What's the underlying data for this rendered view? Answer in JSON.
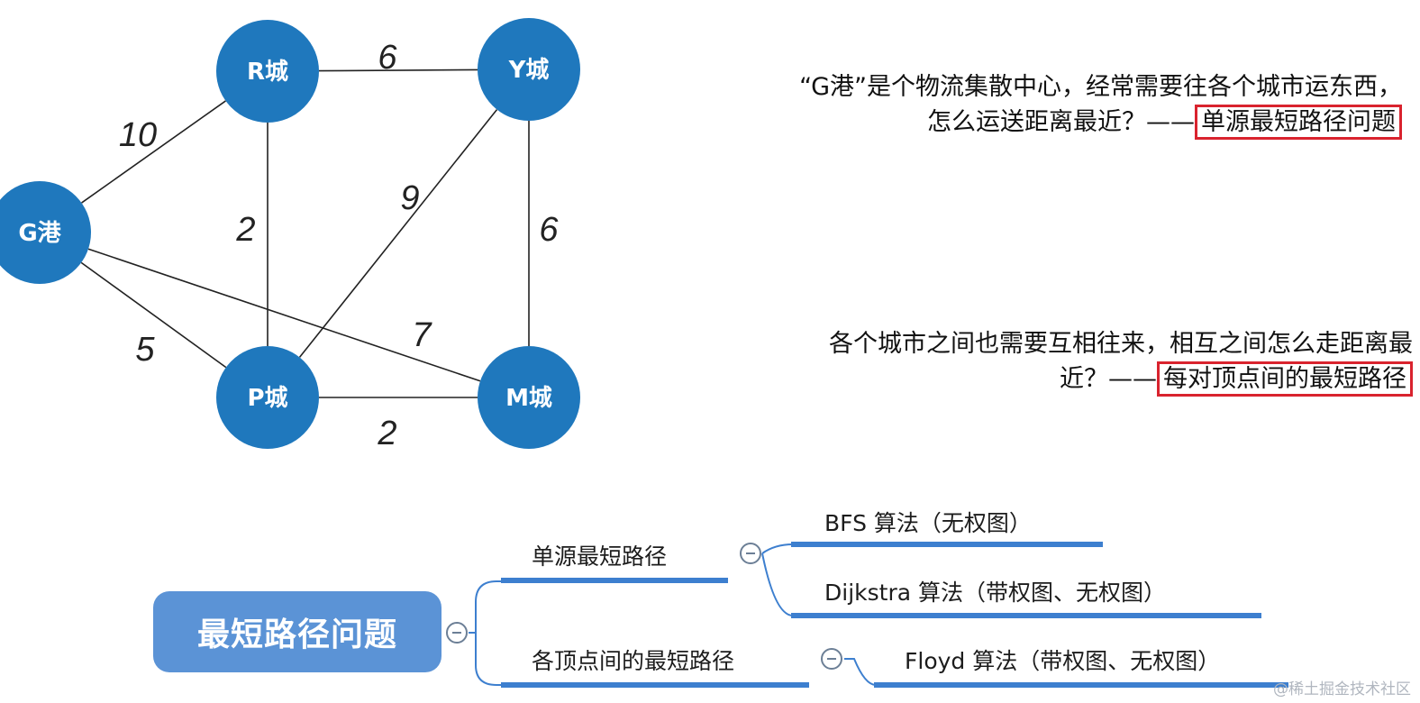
{
  "graph": {
    "nodes": [
      {
        "id": "R",
        "label": "R城"
      },
      {
        "id": "Y",
        "label": "Y城"
      },
      {
        "id": "G",
        "label": "G港"
      },
      {
        "id": "P",
        "label": "P城"
      },
      {
        "id": "M",
        "label": "M城"
      }
    ],
    "edges": [
      {
        "from": "R",
        "to": "Y",
        "weight": "6"
      },
      {
        "from": "G",
        "to": "R",
        "weight": "10"
      },
      {
        "from": "R",
        "to": "P",
        "weight": "2"
      },
      {
        "from": "P",
        "to": "Y",
        "weight": "9"
      },
      {
        "from": "Y",
        "to": "M",
        "weight": "6"
      },
      {
        "from": "G",
        "to": "M",
        "weight": "7"
      },
      {
        "from": "G",
        "to": "P",
        "weight": "5"
      },
      {
        "from": "P",
        "to": "M",
        "weight": "2"
      }
    ],
    "node_color": "#1f78bd"
  },
  "descriptions": {
    "single_source": {
      "line1": "“G港”是个物流集散中心，经常需要往各个城市运东西，",
      "line2_prefix": "怎么运送距离最近？——",
      "highlight": "单源最短路径问题"
    },
    "all_pairs": {
      "line1": "各个城市之间也需要互相往来，相互之间怎么走距离最",
      "line2_prefix": "近？——",
      "highlight": "每对顶点间的最短路径"
    },
    "highlight_color": "#d9232e"
  },
  "mindmap": {
    "root": "最短路径问题",
    "branches": [
      {
        "label": "单源最短路径",
        "children": [
          "BFS 算法（无权图）",
          "Dijkstra 算法（带权图、无权图）"
        ]
      },
      {
        "label": "各顶点间的最短路径",
        "children": [
          "Floyd 算法（带权图、无权图）"
        ]
      }
    ],
    "root_color": "#5b93d6",
    "line_color": "#3d7fcf"
  },
  "watermark": "@稀土掘金技术社区"
}
